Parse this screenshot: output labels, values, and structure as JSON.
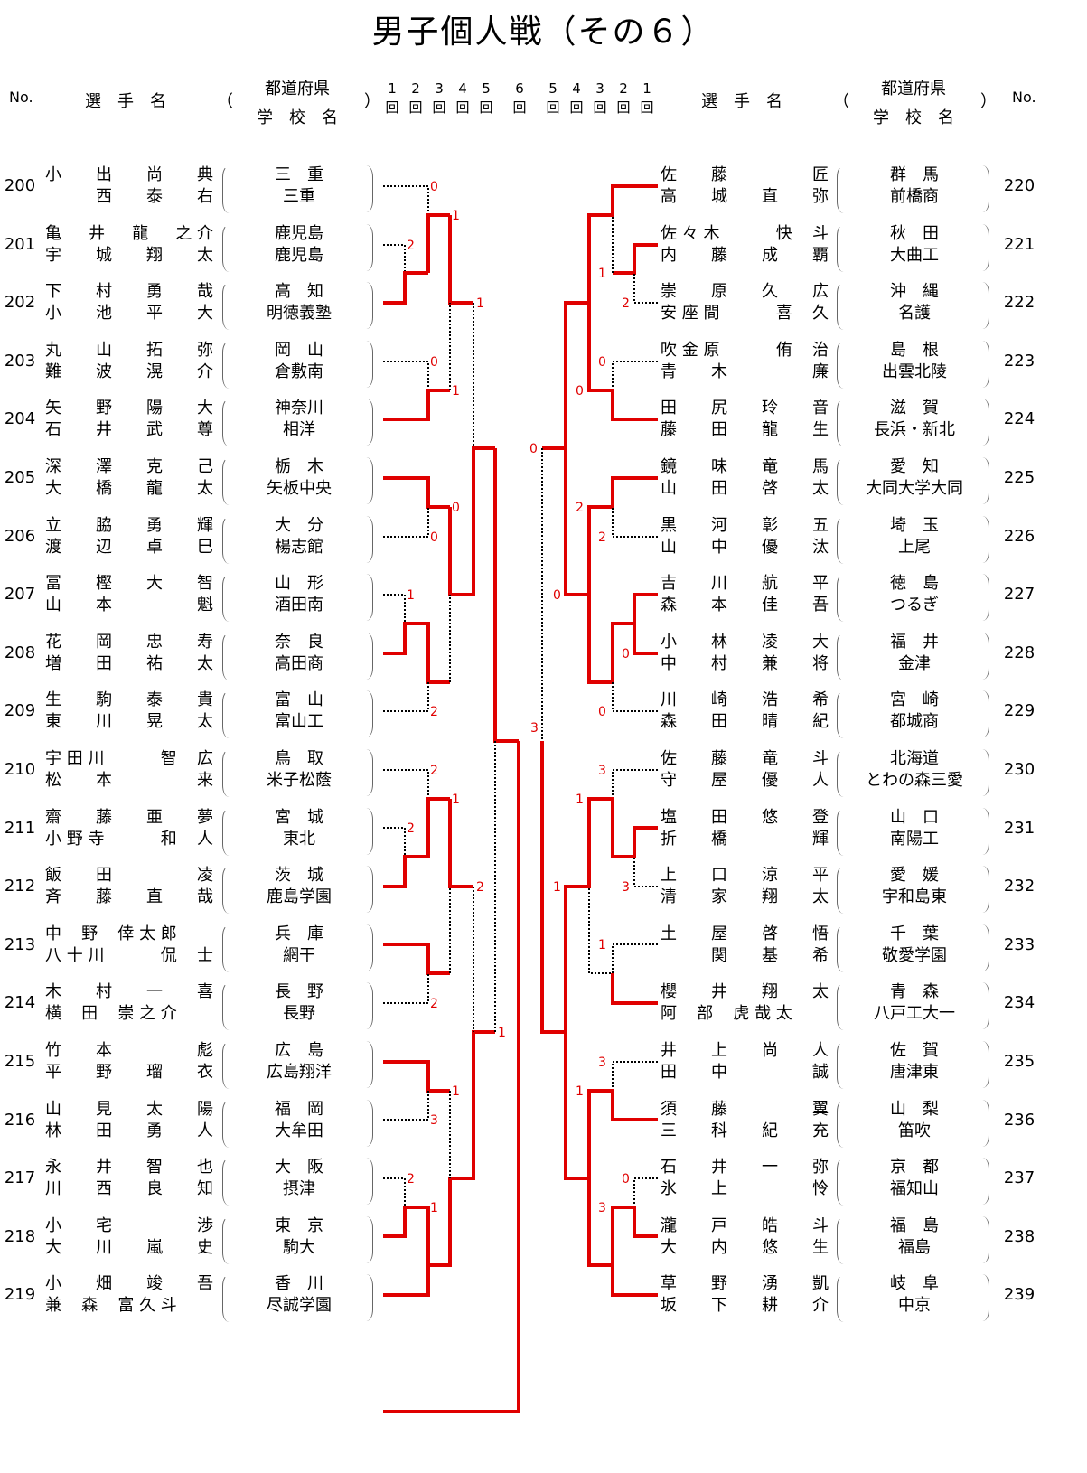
{
  "title": "男子個人戦（その６）",
  "headers": {
    "no": "No.",
    "name": "選　手　名",
    "paren_open": "（",
    "paren_close": "）",
    "pref": "都道府県",
    "school": "学　校　名",
    "round_digits_left": [
      "1",
      "2",
      "3",
      "4",
      "5"
    ],
    "round_digits_right": [
      "5",
      "4",
      "3",
      "2",
      "1"
    ],
    "round_center": "6",
    "round_unit": "回"
  },
  "left": [
    {
      "no": "200",
      "p1": [
        "小",
        "出",
        "尚",
        "典"
      ],
      "p2": [
        "",
        "西",
        "泰",
        "右"
      ],
      "pref": "三　重",
      "school": "三重"
    },
    {
      "no": "201",
      "p1": [
        "亀",
        "井",
        "龍",
        "之 介"
      ],
      "p2": [
        "宇",
        "城",
        "翔",
        "太"
      ],
      "pref": "鹿児島",
      "school": "鹿児島"
    },
    {
      "no": "202",
      "p1": [
        "下",
        "村",
        "勇",
        "哉"
      ],
      "p2": [
        "小",
        "池",
        "平",
        "大"
      ],
      "pref": "高　知",
      "school": "明徳義塾"
    },
    {
      "no": "203",
      "p1": [
        "丸",
        "山",
        "拓",
        "弥"
      ],
      "p2": [
        "難",
        "波",
        "滉",
        "介"
      ],
      "pref": "岡　山",
      "school": "倉敷南"
    },
    {
      "no": "204",
      "p1": [
        "矢",
        "野",
        "陽",
        "大"
      ],
      "p2": [
        "石",
        "井",
        "武",
        "尊"
      ],
      "pref": "神奈川",
      "school": "相洋"
    },
    {
      "no": "205",
      "p1": [
        "深",
        "澤",
        "克",
        "己"
      ],
      "p2": [
        "大",
        "橋",
        "龍",
        "太"
      ],
      "pref": "栃　木",
      "school": "矢板中央"
    },
    {
      "no": "206",
      "p1": [
        "立",
        "脇",
        "勇",
        "輝"
      ],
      "p2": [
        "渡",
        "辺",
        "卓",
        "巳"
      ],
      "pref": "大　分",
      "school": "楊志館"
    },
    {
      "no": "207",
      "p1": [
        "冨",
        "樫",
        "大",
        "智"
      ],
      "p2": [
        "山",
        "本",
        "",
        "魁"
      ],
      "pref": "山　形",
      "school": "酒田南"
    },
    {
      "no": "208",
      "p1": [
        "花",
        "岡",
        "忠",
        "寿"
      ],
      "p2": [
        "増",
        "田",
        "祐",
        "太"
      ],
      "pref": "奈　良",
      "school": "高田商"
    },
    {
      "no": "209",
      "p1": [
        "生",
        "駒",
        "泰",
        "貴"
      ],
      "p2": [
        "東",
        "川",
        "晃",
        "太"
      ],
      "pref": "富　山",
      "school": "富山工"
    },
    {
      "no": "210",
      "p1": [
        "宇 田 川",
        "",
        "智",
        "広"
      ],
      "p2": [
        "松",
        "本",
        "",
        "来"
      ],
      "pref": "鳥　取",
      "school": "米子松蔭"
    },
    {
      "no": "211",
      "p1": [
        "齋",
        "藤",
        "亜",
        "夢"
      ],
      "p2": [
        "小 野 寺",
        "",
        "和",
        "人"
      ],
      "pref": "宮　城",
      "school": "東北"
    },
    {
      "no": "212",
      "p1": [
        "飯",
        "田",
        "",
        "凌"
      ],
      "p2": [
        "斉",
        "藤",
        "直",
        "哉"
      ],
      "pref": "茨　城",
      "school": "鹿島学園"
    },
    {
      "no": "213",
      "p1": [
        "中",
        "野",
        "倖 太 郎",
        ""
      ],
      "p2": [
        "八 十 川",
        "",
        "侃",
        "士"
      ],
      "pref": "兵　庫",
      "school": "網干"
    },
    {
      "no": "214",
      "p1": [
        "木",
        "村",
        "一",
        "喜"
      ],
      "p2": [
        "横",
        "田",
        "崇 之 介",
        ""
      ],
      "pref": "長　野",
      "school": "長野"
    },
    {
      "no": "215",
      "p1": [
        "竹",
        "本",
        "",
        "彪"
      ],
      "p2": [
        "平",
        "野",
        "瑠",
        "衣"
      ],
      "pref": "広　島",
      "school": "広島翔洋"
    },
    {
      "no": "216",
      "p1": [
        "山",
        "見",
        "太",
        "陽"
      ],
      "p2": [
        "林",
        "田",
        "勇",
        "人"
      ],
      "pref": "福　岡",
      "school": "大牟田"
    },
    {
      "no": "217",
      "p1": [
        "永",
        "井",
        "智",
        "也"
      ],
      "p2": [
        "川",
        "西",
        "良",
        "知"
      ],
      "pref": "大　阪",
      "school": "摂津"
    },
    {
      "no": "218",
      "p1": [
        "小",
        "宅",
        "",
        "渉"
      ],
      "p2": [
        "大",
        "川",
        "嵐",
        "史"
      ],
      "pref": "東　京",
      "school": "駒大"
    },
    {
      "no": "219",
      "p1": [
        "小",
        "畑",
        "竣",
        "吾"
      ],
      "p2": [
        "兼",
        "森",
        "富 久 斗",
        ""
      ],
      "pref": "香　川",
      "school": "尽誠学園"
    }
  ],
  "right": [
    {
      "no": "220",
      "p1": [
        "佐",
        "藤",
        "",
        "匠"
      ],
      "p2": [
        "高",
        "城",
        "直",
        "弥"
      ],
      "pref": "群　馬",
      "school": "前橋商"
    },
    {
      "no": "221",
      "p1": [
        "佐 々 木",
        "",
        "快",
        "斗"
      ],
      "p2": [
        "内",
        "藤",
        "成",
        "覇"
      ],
      "pref": "秋　田",
      "school": "大曲工"
    },
    {
      "no": "222",
      "p1": [
        "崇",
        "原",
        "久",
        "広"
      ],
      "p2": [
        "安 座 間",
        "",
        "喜",
        "久"
      ],
      "pref": "沖　縄",
      "school": "名護"
    },
    {
      "no": "223",
      "p1": [
        "吹 金 原",
        "",
        "侑",
        "治"
      ],
      "p2": [
        "青",
        "木",
        "",
        "廉"
      ],
      "pref": "島　根",
      "school": "出雲北陵"
    },
    {
      "no": "224",
      "p1": [
        "田",
        "尻",
        "玲",
        "音"
      ],
      "p2": [
        "藤",
        "田",
        "龍",
        "生"
      ],
      "pref": "滋　賀",
      "school": "長浜・新北"
    },
    {
      "no": "225",
      "p1": [
        "鏡",
        "味",
        "竜",
        "馬"
      ],
      "p2": [
        "山",
        "田",
        "啓",
        "太"
      ],
      "pref": "愛　知",
      "school": "大同大学大同"
    },
    {
      "no": "226",
      "p1": [
        "黒",
        "河",
        "彰",
        "五"
      ],
      "p2": [
        "山",
        "中",
        "優",
        "汰"
      ],
      "pref": "埼　玉",
      "school": "上尾"
    },
    {
      "no": "227",
      "p1": [
        "吉",
        "川",
        "航",
        "平"
      ],
      "p2": [
        "森",
        "本",
        "佳",
        "吾"
      ],
      "pref": "徳　島",
      "school": "つるぎ"
    },
    {
      "no": "228",
      "p1": [
        "小",
        "林",
        "凌",
        "大"
      ],
      "p2": [
        "中",
        "村",
        "兼",
        "将"
      ],
      "pref": "福　井",
      "school": "金津"
    },
    {
      "no": "229",
      "p1": [
        "川",
        "崎",
        "浩",
        "希"
      ],
      "p2": [
        "森",
        "田",
        "晴",
        "紀"
      ],
      "pref": "宮　崎",
      "school": "都城商"
    },
    {
      "no": "230",
      "p1": [
        "佐",
        "藤",
        "竜",
        "斗"
      ],
      "p2": [
        "守",
        "屋",
        "優",
        "人"
      ],
      "pref": "北海道",
      "school": "とわの森三愛"
    },
    {
      "no": "231",
      "p1": [
        "塩",
        "田",
        "悠",
        "登"
      ],
      "p2": [
        "折",
        "橋",
        "",
        "輝"
      ],
      "pref": "山　口",
      "school": "南陽工"
    },
    {
      "no": "232",
      "p1": [
        "上",
        "口",
        "涼",
        "平"
      ],
      "p2": [
        "清",
        "家",
        "翔",
        "太"
      ],
      "pref": "愛　媛",
      "school": "宇和島東"
    },
    {
      "no": "233",
      "p1": [
        "土",
        "屋",
        "啓",
        "悟"
      ],
      "p2": [
        "",
        "関",
        "基",
        "希"
      ],
      "pref": "千　葉",
      "school": "敬愛学園"
    },
    {
      "no": "234",
      "p1": [
        "櫻",
        "井",
        "翔",
        "太"
      ],
      "p2": [
        "阿",
        "部",
        "虎 哉 太",
        ""
      ],
      "pref": "青　森",
      "school": "八戸工大一"
    },
    {
      "no": "235",
      "p1": [
        "井",
        "上",
        "尚",
        "人"
      ],
      "p2": [
        "田",
        "中",
        "",
        "誠"
      ],
      "pref": "佐　賀",
      "school": "唐津東"
    },
    {
      "no": "236",
      "p1": [
        "須",
        "藤",
        "",
        "翼"
      ],
      "p2": [
        "三",
        "科",
        "紀",
        "充"
      ],
      "pref": "山　梨",
      "school": "笛吹"
    },
    {
      "no": "237",
      "p1": [
        "石",
        "井",
        "一",
        "弥"
      ],
      "p2": [
        "氷",
        "上",
        "",
        "怜"
      ],
      "pref": "京　都",
      "school": "福知山"
    },
    {
      "no": "238",
      "p1": [
        "瀧",
        "戸",
        "皓",
        "斗"
      ],
      "p2": [
        "大",
        "内",
        "悠",
        "生"
      ],
      "pref": "福　島",
      "school": "福島"
    },
    {
      "no": "239",
      "p1": [
        "草",
        "野",
        "湧",
        "凱"
      ],
      "p2": [
        "坂",
        "下",
        "耕",
        "介"
      ],
      "pref": "岐　阜",
      "school": "中京"
    }
  ],
  "scores": {
    "L200": "0",
    "L201": "2",
    "L_201_202": "1",
    "L_200_202": "1",
    "L203": "0",
    "L_203_204": "1",
    "L_205": "0",
    "L206": "0",
    "L207": "1",
    "L209": "2",
    "L210": "2",
    "L211": "2",
    "L_211_212": "1",
    "L_210_212": "2",
    "L214": "2",
    "L_215": "1",
    "L216": "3",
    "L217": "2",
    "L_217_218": "1",
    "L_lower_final": "1",
    "L_final": "3",
    "R221": "1",
    "R222": "2",
    "R223": "0",
    "R_223_224": "0",
    "R_upper": "0",
    "R225": "2",
    "R226": "2",
    "R227": "0",
    "R228": "0",
    "R229": "0",
    "R230": "3",
    "R231": "1",
    "R232": "3",
    "R_lower_a": "1",
    "R233": "1",
    "R235": "3",
    "R_235_236": "1",
    "R237": "0",
    "R238": "3"
  },
  "colors": {
    "win": "#e00000",
    "lose": "#000000",
    "score": "#e00000"
  }
}
